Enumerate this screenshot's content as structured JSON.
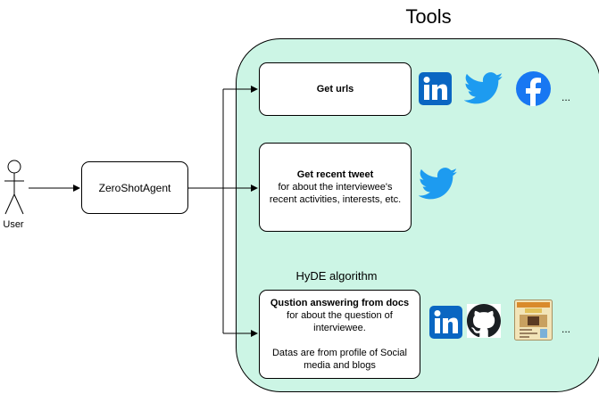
{
  "tools": {
    "title": "Tools"
  },
  "user": {
    "label": "User"
  },
  "agent": {
    "label": "ZeroShotAgent"
  },
  "nodes": {
    "get_urls": {
      "title": "Get urls"
    },
    "get_tweet": {
      "title": "Get recent tweet",
      "line1": "for about the interviewee's",
      "line2": "recent activities, interests, etc."
    },
    "qa": {
      "title": "Qustion answering from docs",
      "line1": "for about the question of",
      "line2": "interviewee.",
      "line3": "Datas are from profile of Social",
      "line4": "media and blogs"
    }
  },
  "hyde": {
    "label": "HyDE algorithm"
  },
  "icons": {
    "row1": [
      "linkedin-icon",
      "twitter-icon",
      "facebook-icon"
    ],
    "row2": [
      "twitter-icon"
    ],
    "row3": [
      "linkedin-icon",
      "github-icon",
      "blog-icon"
    ],
    "ellipsis": "..."
  },
  "colors": {
    "tools_bg": "#ccf5e5",
    "linkedin": "#0a66c2",
    "twitter": "#1d9bf0",
    "facebook": "#1877f2"
  }
}
